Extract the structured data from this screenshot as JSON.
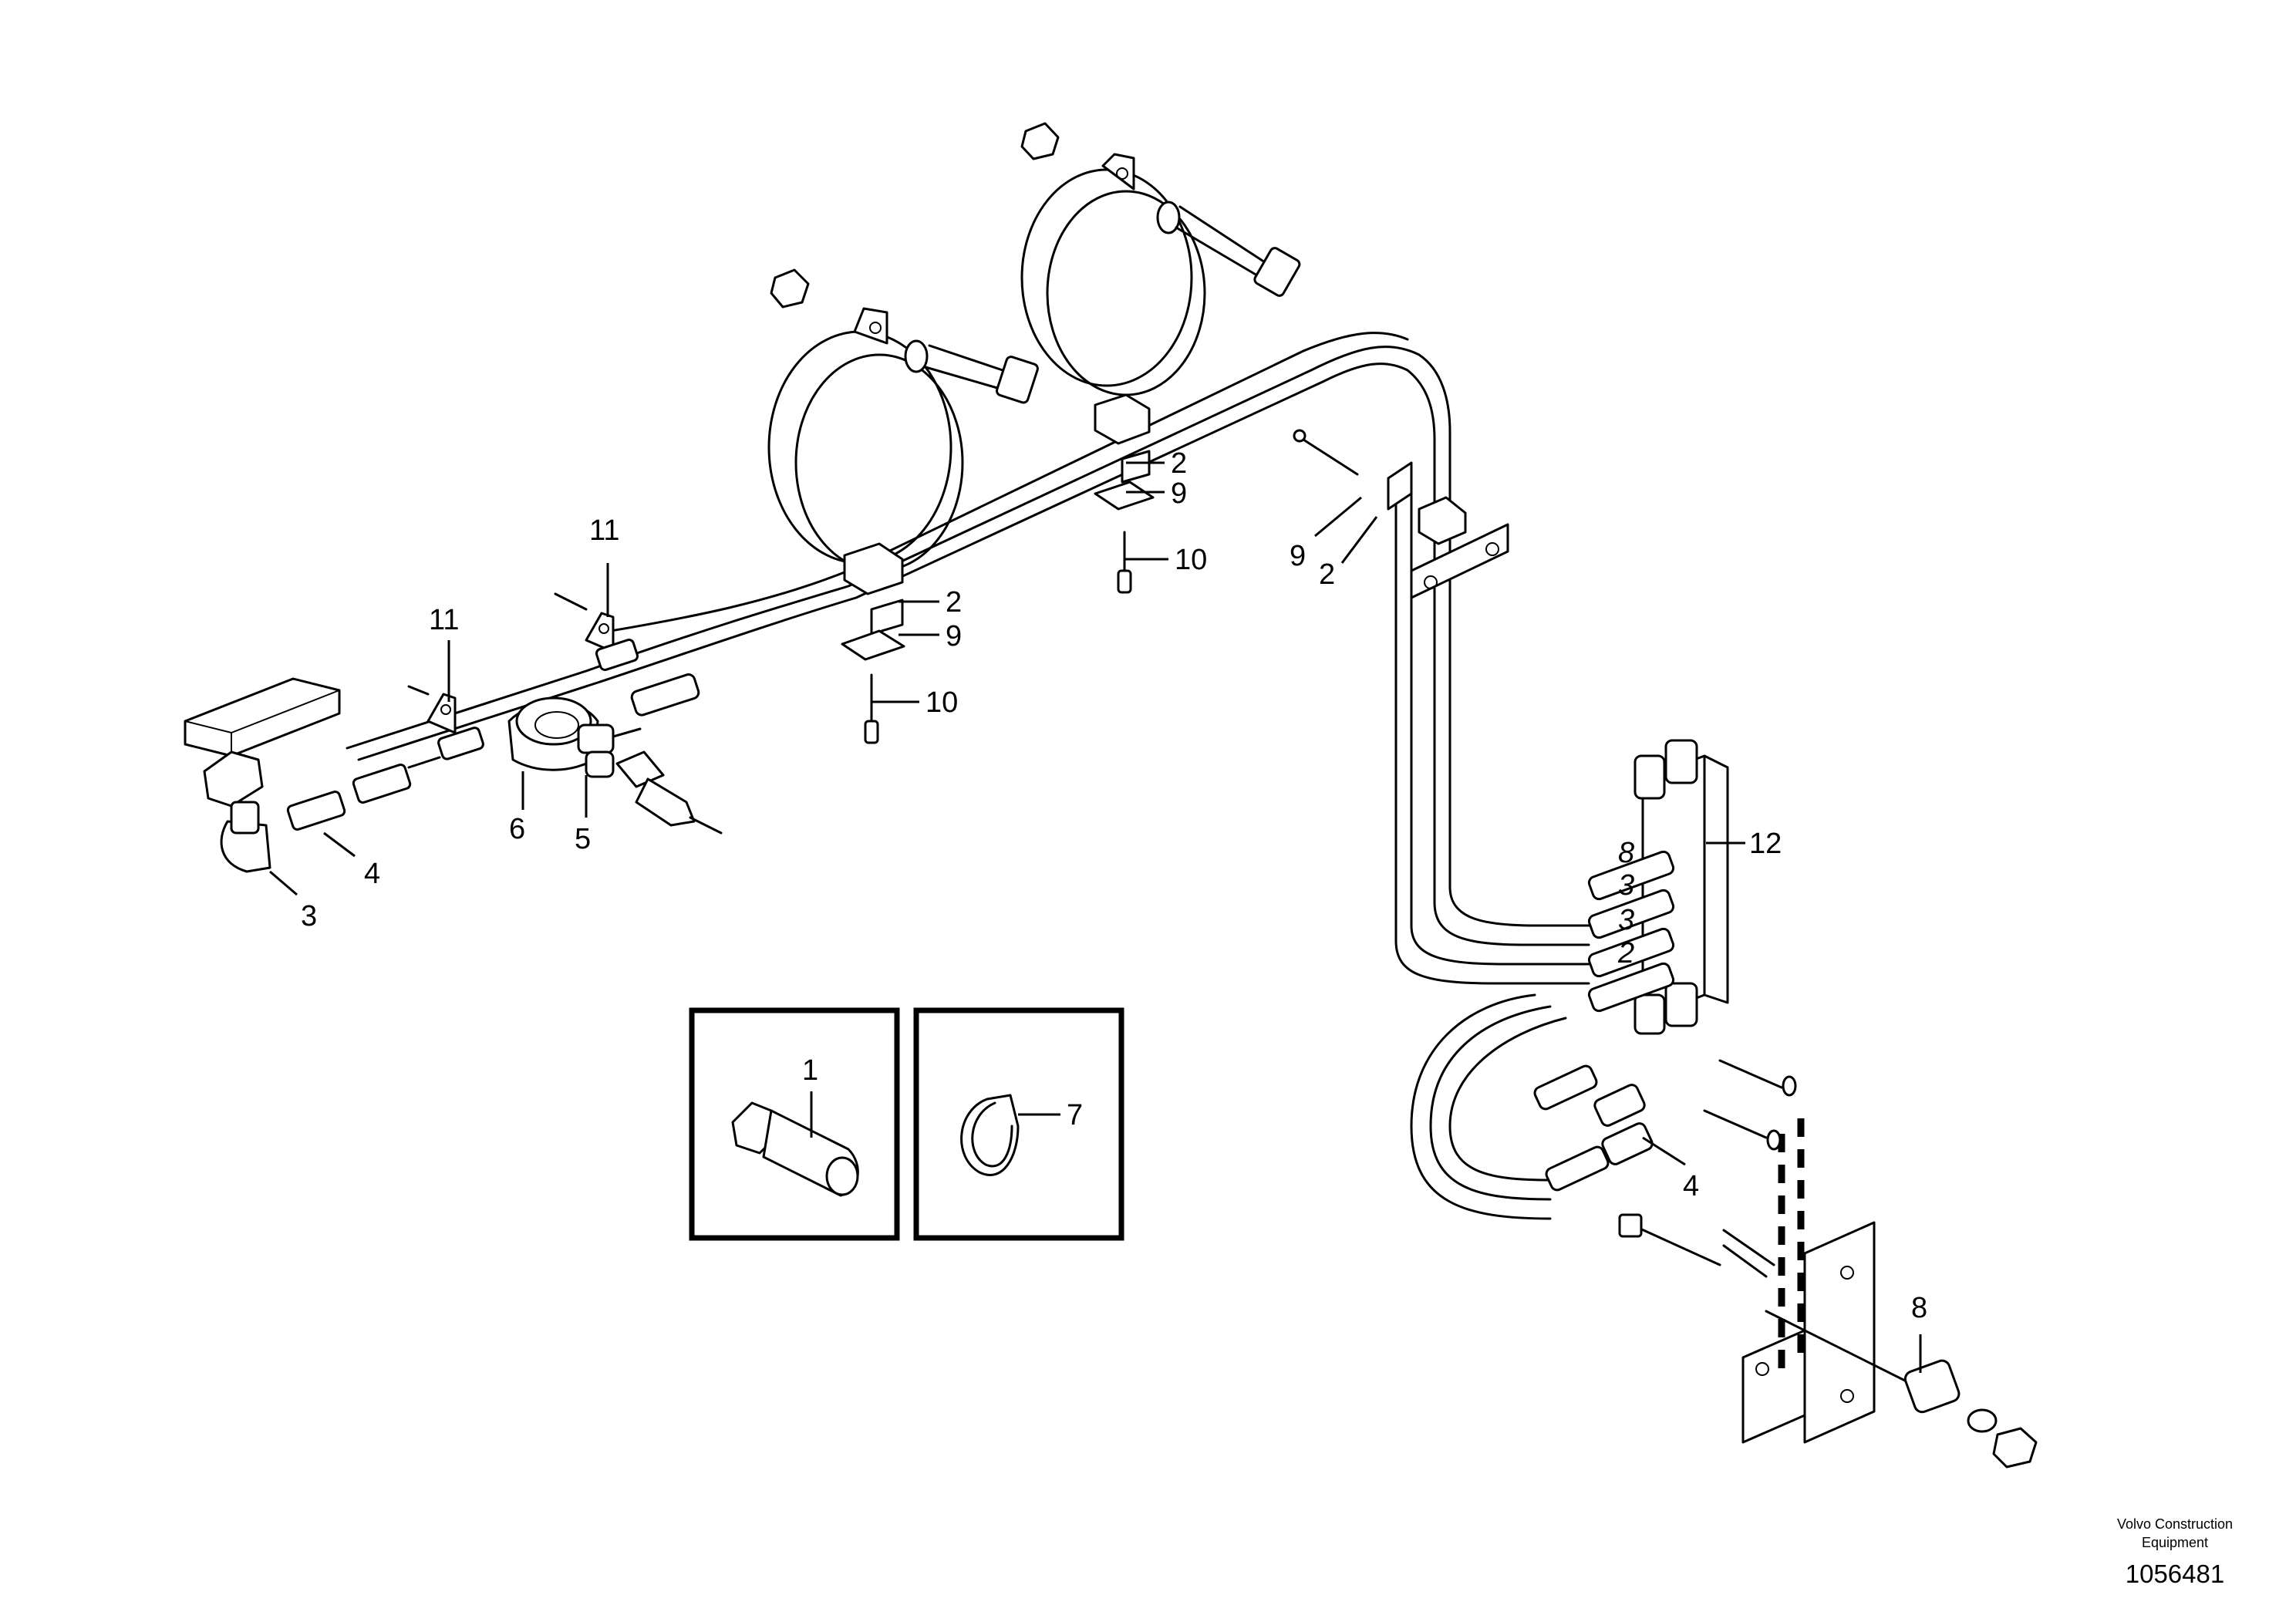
{
  "labels": {
    "p1": "1",
    "p2a": "2",
    "p2b": "2",
    "p2c": "2",
    "p3": "3",
    "p4a": "4",
    "p4b": "4",
    "p5": "5",
    "p6": "6",
    "p7": "7",
    "p8": "8",
    "p9a": "9",
    "p9b": "9",
    "p9c": "9",
    "p10a": "10",
    "p10b": "10",
    "p11a": "11",
    "p11b": "11",
    "p12": "12"
  },
  "hose_markings": [
    "8",
    "3",
    "3",
    "2"
  ],
  "footer": {
    "company_line1": "Volvo Construction",
    "company_line2": "Equipment",
    "document_number": "1056481"
  }
}
